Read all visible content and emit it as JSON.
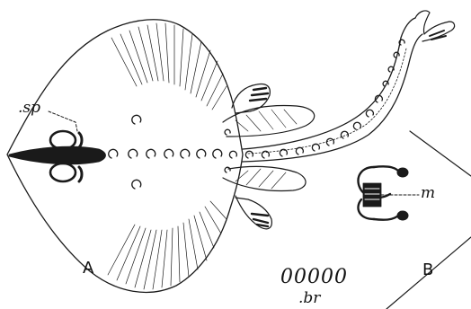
{
  "figure": {
    "labels": {
      "sp": ".sp",
      "panel_a": "A",
      "m": "m",
      "panel_b": "B",
      "br": ".br"
    },
    "br_glyphs": "00000"
  },
  "colors": {
    "ink": "#1a1a1a",
    "paper": "#ffffff"
  }
}
